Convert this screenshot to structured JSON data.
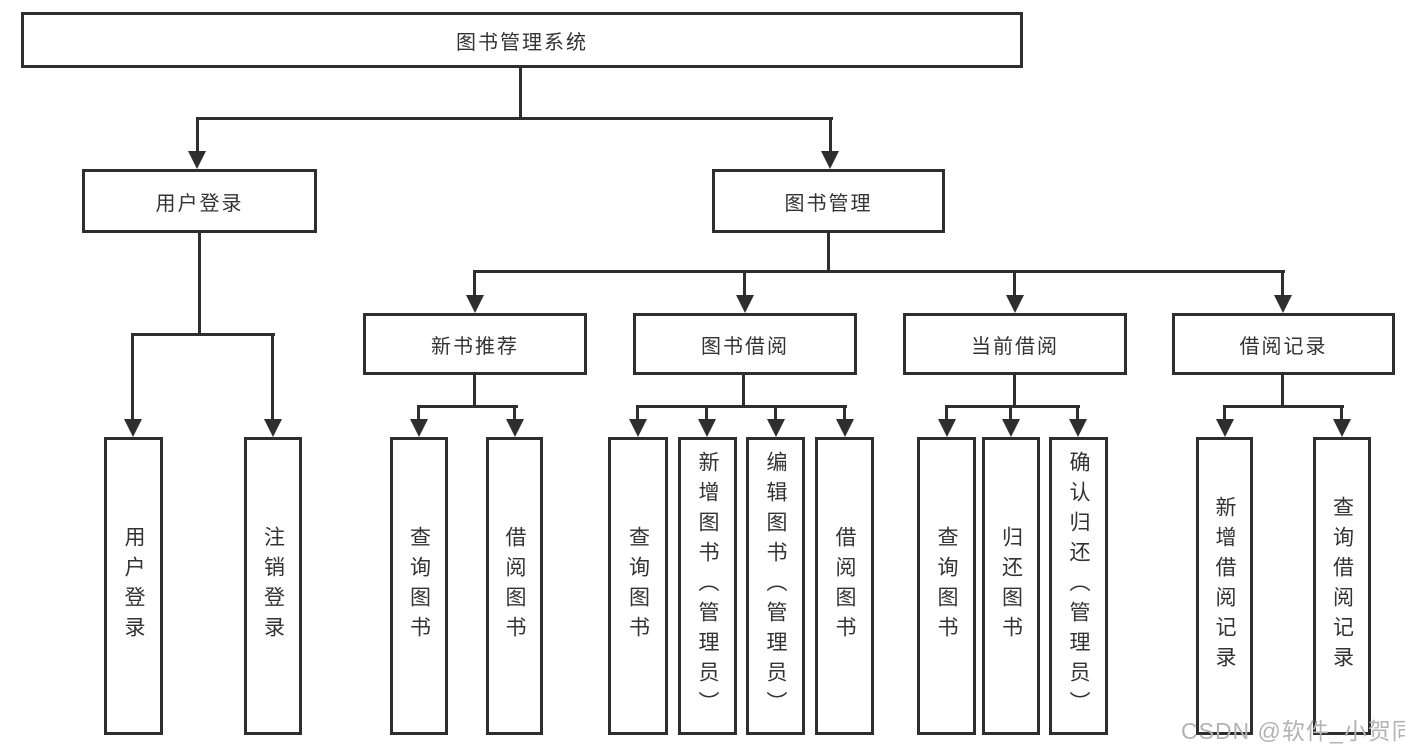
{
  "diagram": {
    "title": "图书管理系统",
    "level2": [
      "用户登录",
      "图书管理"
    ],
    "level3": [
      "新书推荐",
      "图书借阅",
      "当前借阅",
      "借阅记录"
    ],
    "leaves": [
      "用户登录",
      "注销登录",
      "查询图书",
      "借阅图书",
      "查询图书",
      "新增图书（管理员）",
      "编辑图书（管理员）",
      "借阅图书",
      "查询图书",
      "归还图书",
      "确认归还（管理员）",
      "新增借阅记录",
      "查询借阅记录"
    ],
    "watermark": "CSDN @软件_小贺同学",
    "colors": {
      "line": "#2e2e2e",
      "text": "#333333",
      "watermark": "#b3b3b3",
      "background": "#ffffff"
    }
  }
}
